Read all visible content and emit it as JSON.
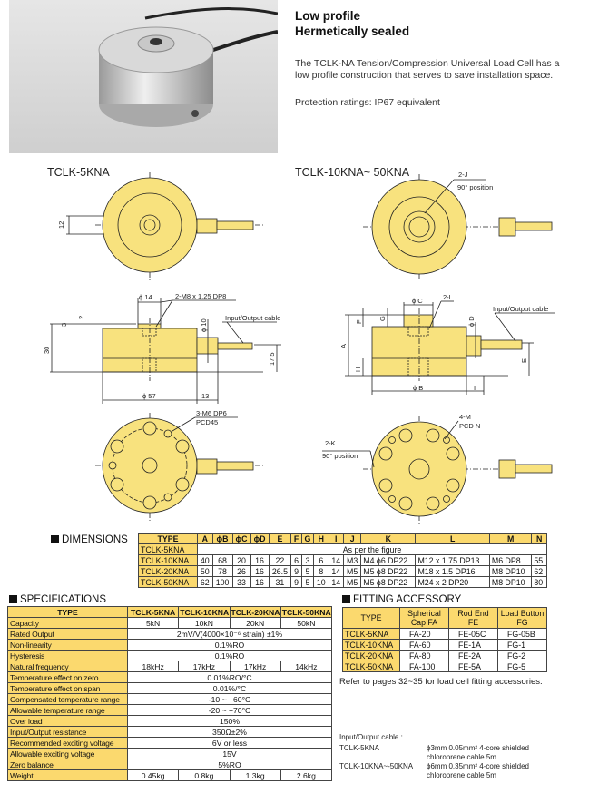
{
  "header": {
    "title_line1": "Low profile",
    "title_line2": "Hermetically sealed",
    "description": "The TCLK-NA Tension/Compression Universal Load Cell has a low profile construction that serves to save installation space.",
    "protection": "Protection ratings: IP67 equivalent"
  },
  "colors": {
    "drawing_fill": "#f8e27e",
    "table_header": "#fbd96e"
  },
  "drawings": {
    "left_title": "TCLK-5KNA",
    "right_title": "TCLK-10KNA~ 50KNA",
    "left": {
      "dim_12": "12",
      "dim_phi14": "ϕ 14",
      "thread": "2-M8 x 1.25 DP8",
      "dim_2": "2",
      "dim_3": "3",
      "dim_30": "30",
      "dim_phi10": "ϕ 10",
      "cable": "Input/Output cable",
      "dim_17_5": "17.5",
      "dim_phi57": "ϕ 57",
      "dim_13": "13",
      "bolt": "3-M6  DP6",
      "pcd": "PCD45"
    },
    "right": {
      "j": "2-J",
      "j_pos": "90° position",
      "phic": "ϕ C",
      "l": "2-L",
      "f": "F",
      "g": "G",
      "a": "A",
      "phid": "ϕ D",
      "cable": "Input/Output cable",
      "e": "E",
      "h": "H",
      "phib": "ϕ B",
      "i": "I",
      "m": "4-M",
      "pcd": "PCD N",
      "k": "2-K",
      "k_pos": "90° position"
    }
  },
  "dimensions": {
    "title": "DIMENSIONS",
    "headers": [
      "TYPE",
      "A",
      "ϕB",
      "ϕC",
      "ϕD",
      "E",
      "F",
      "G",
      "H",
      "I",
      "J",
      "K",
      "L",
      "M",
      "N"
    ],
    "first_row": {
      "type": "TCLK-5KNA",
      "note": "As per the figure"
    },
    "rows": [
      [
        "TCLK-10KNA",
        "40",
        "68",
        "20",
        "16",
        "22",
        "6",
        "3",
        "6",
        "14",
        "M3",
        "M4 ϕ6 DP22",
        "M12 x 1.75 DP13",
        "M6  DP8",
        "55"
      ],
      [
        "TCLK-20KNA",
        "50",
        "78",
        "26",
        "16",
        "26.5",
        "9",
        "5",
        "8",
        "14",
        "M5",
        "M5 ϕ8 DP22",
        "M18 x 1.5  DP16",
        "M8 DP10",
        "62"
      ],
      [
        "TCLK-50KNA",
        "62",
        "100",
        "33",
        "16",
        "31",
        "9",
        "5",
        "10",
        "14",
        "M5",
        "M5 ϕ8 DP22",
        "M24 x 2       DP20",
        "M8 DP10",
        "80"
      ]
    ]
  },
  "specifications": {
    "title": "SPECIFICATIONS",
    "headers": [
      "TYPE",
      "TCLK-5KNA",
      "TCLK-10KNA",
      "TCLK-20KNA",
      "TCLK-50KNA"
    ],
    "rows": [
      {
        "label": "Capacity",
        "values": [
          "5kN",
          "10kN",
          "20kN",
          "50kN"
        ]
      },
      {
        "label": "Rated Output",
        "value": "2mV/V(4000×10⁻⁶ strain) ±1%"
      },
      {
        "label": "Non-linearity",
        "value": "0.1%RO"
      },
      {
        "label": "Hysteresis",
        "value": "0.1%RO"
      },
      {
        "label": "Natural frequency",
        "values": [
          "18kHz",
          "17kHz",
          "17kHz",
          "14kHz"
        ]
      },
      {
        "label": "Temperature effect on zero",
        "value": "0.01%RO/°C"
      },
      {
        "label": "Temperature effect on span",
        "value": "0.01%/°C"
      },
      {
        "label": "Compensated temperature range",
        "value": "-10 ~ +60°C"
      },
      {
        "label": "Allowable temperature range",
        "value": "-20 ~ +70°C"
      },
      {
        "label": "Over load",
        "value": "150%"
      },
      {
        "label": "Input/Output resistance",
        "value": "350Ω±2%"
      },
      {
        "label": "Recommended exciting voltage",
        "value": "6V or less"
      },
      {
        "label": "Allowable exciting voltage",
        "value": "15V"
      },
      {
        "label": "Zero balance",
        "value": "5%RO"
      },
      {
        "label": "Weight",
        "values": [
          "0.45kg",
          "0.8kg",
          "1.3kg",
          "2.6kg"
        ]
      }
    ]
  },
  "fitting": {
    "title": "FITTING ACCESSORY",
    "headers": [
      [
        "TYPE",
        ""
      ],
      [
        "Spherical",
        "Cap FA"
      ],
      [
        "Rod End",
        "FE"
      ],
      [
        "Load Button",
        "FG"
      ]
    ],
    "rows": [
      [
        "TCLK-5KNA",
        "FA-20",
        "FE-05C",
        "FG-05B"
      ],
      [
        "TCLK-10KNA",
        "FA-60",
        "FE-1A",
        "FG-1"
      ],
      [
        "TCLK-20KNA",
        "FA-80",
        "FE-2A",
        "FG-2"
      ],
      [
        "TCLK-50KNA",
        "FA-100",
        "FE-5A",
        "FG-5"
      ]
    ],
    "note": "Refer to pages 32~35 for load cell fitting accessories."
  },
  "cable": {
    "title": "Input/Output cable :",
    "items": [
      {
        "type": "TCLK-5KNA",
        "spec1": "ϕ3mm  0.05mm²  4-core shielded",
        "spec2": "chloroprene cable 5m"
      },
      {
        "type": "TCLK-10KNA~-50KNA",
        "spec1": "ϕ6mm  0.35mm²  4-core shielded",
        "spec2": "chloroprene cable 5m"
      }
    ]
  }
}
